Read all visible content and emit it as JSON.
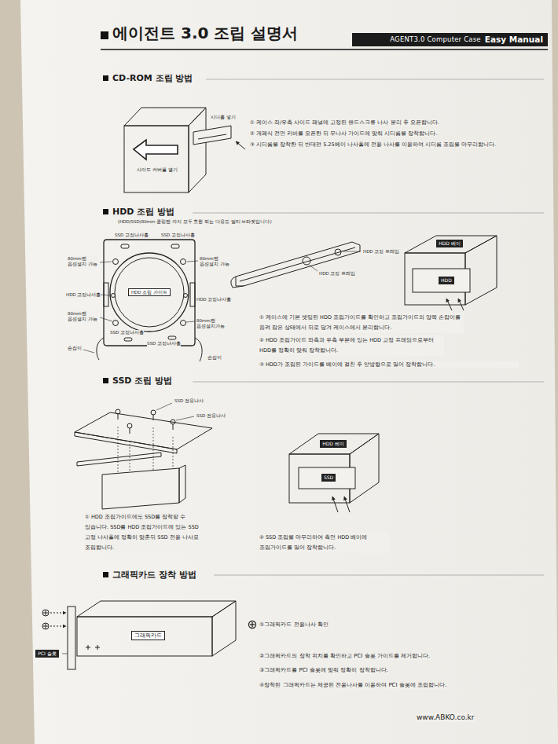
{
  "diagram": {
    "title": "에이전트 3.0 조립 설명서",
    "nodes": [
      {
        "text": [
          "AGENT3.0 Computer Case",
          "Easy Manual"
        ]
      },
      {
        "text": [
          "HDD 조립 가이드"
        ]
      },
      {
        "text": [
          "HDD 베이"
        ]
      },
      {
        "text": [
          "HDD"
        ]
      },
      {
        "text": [
          "HDD 베이"
        ]
      },
      {
        "text": [
          "SSD"
        ]
      },
      {
        "text": [
          "그래픽카드"
        ]
      },
      {
        "text": [
          "PCI 슬롯"
        ]
      }
    ],
    "labels": [
      "CD-ROM 조립 방법",
      "시디롬 넣기",
      "사이드 커버를 열기",
      "① 케이스 좌/우측 사이드 패널에 고정된 핸드스크류 나사 분리 후 오픈합니다.",
      "② 개폐식 전면 커버를 오픈한 뒤 무나사 가이드에 맞춰 시디롬을 장착합니다.",
      "③ 시디롬을 장착한 뒤 반대편 5.25베이 나사홀에 전용 나사를 이용하여 시디롬 조립을 마무리합니다.",
      "HDD 조립 방법",
      "(HDD/SSD/80mm 쿨링팬 까지 모두 호환 되는 다용도 멀티 브라켓입니다)",
      "SSD 고정나사홀",
      "SSD 고정나사홀",
      "80mm팬 옵션설치 가능",
      "80mm팬 옵션설치 가능",
      "HDD 고정나사홀",
      "HDD 고정나사홀",
      "80mm팬 옵션설치 가능",
      "80mm팬 옵션설치가능",
      "SSD 고정나사홀",
      "SSD 고정나사홀",
      "손잡이",
      "손잡이",
      "HDD 고정 프레임",
      "HDD 고정 프레임",
      "① 케이스에 기본 셋팅된 HDD 조립가이드를 확인하고 조립가이드의 양쪽 손잡이를 움켜 잡은 상태에서 뒤로 당겨 케이스에서 분리합니다.",
      "② HDD 조립가이드 좌측과 우측 부분에 있는 HDD 고정 프레임으로부터 HDD를 정확히 맞춰 장착합니다.",
      "③ HDD가 조립된 가이드를 베이에 걸친 후 앞방향으로 밀어 장착합니다.",
      "SSD 조립 방법",
      "SSD 전용나사",
      "SSD 전용나사",
      "① HDD 조립가이드에도 SSD를 장착할 수 있습니다. SSD를 HDD 조립가이드에 있는 SSD 고정 나사홀에 정확히 맞춘뒤 SSD 전용 나사로 조립합니다.",
      "② SSD 조립을 마무리하여 측면 HDD 베이에 조립가이드를 밀어 장착합니다.",
      "그래픽카드 장착 방법",
      "①그래픽카드 전용나사 확인",
      "②그래픽카드의 장착 위치를 확인하고 PCI 슬롯 가이드를 제거합니다.",
      "③그래픽카드를 PCI 슬롯에 맞춰 정확히 장착합니다.",
      "④장착된 그래픽카드는 제공된 전용나사를 이용하여 PCI 슬롯에 조립합니다.",
      "www.ABKO.co.kr"
    ]
  }
}
